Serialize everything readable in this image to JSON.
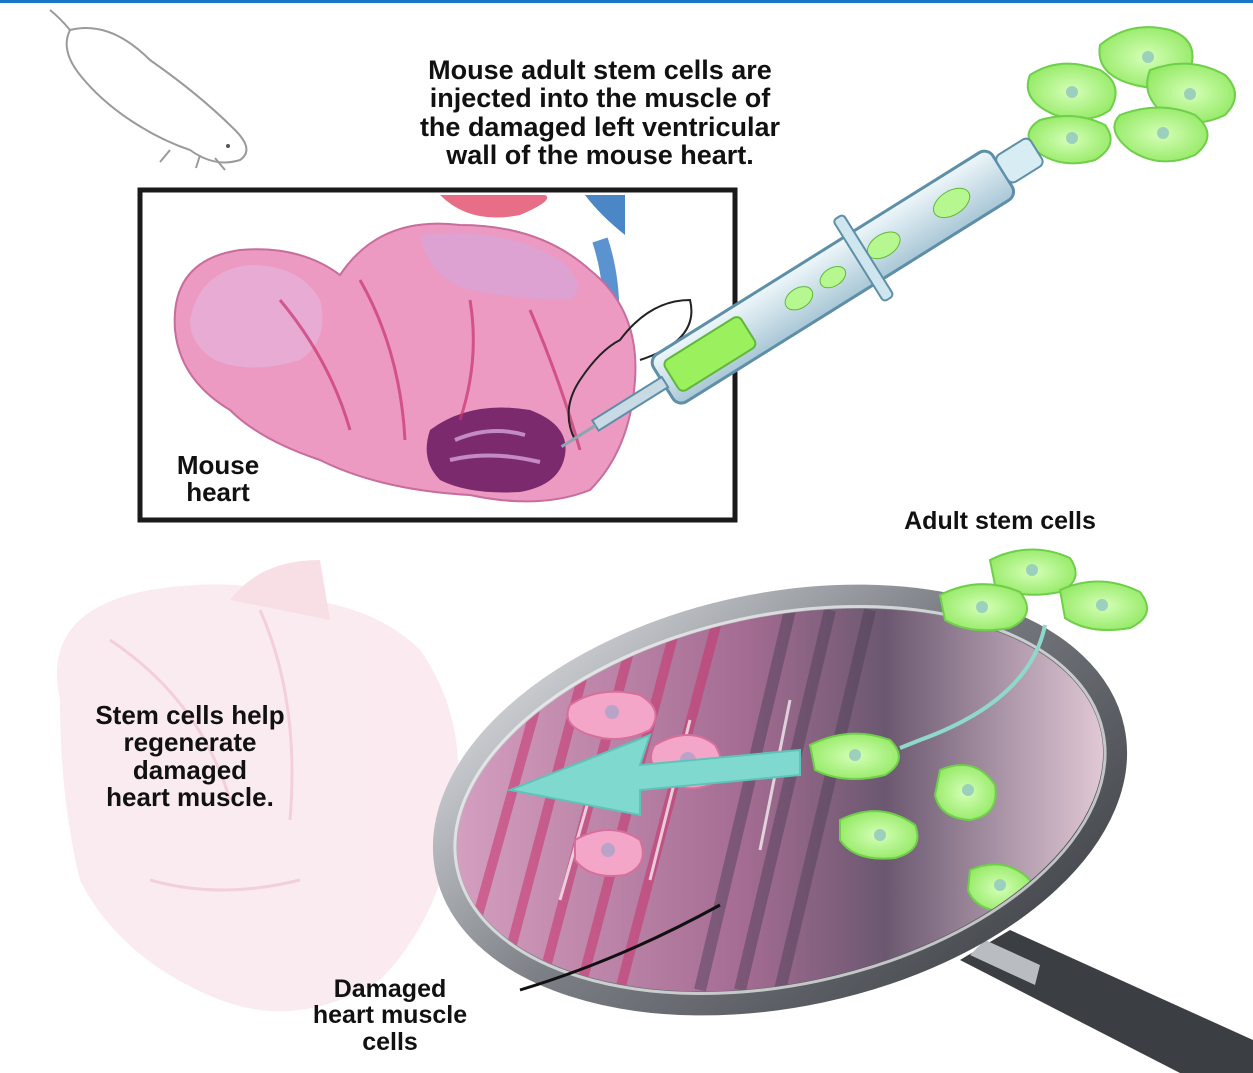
{
  "colors": {
    "top_bar": "#1877c9",
    "stem_cell_fill": "#a8f07c",
    "stem_cell_nucleus": "#9bd0bc",
    "damaged_cell_fill": "#f4a6c8",
    "heart_pink": "#e98db8",
    "arrow": "#7fd9cf",
    "muscle_red": "#c8336d",
    "lens_rim": "#8f9296"
  },
  "icons": [
    "mouse-icon",
    "syringe-icon",
    "magnifying-glass-icon",
    "heart-icon",
    "stem-cell-icon"
  ],
  "labels": {
    "intro_line1": "Mouse adult stem cells are",
    "intro_line2": "injected into the muscle of",
    "intro_line3": "the damaged left ventricular",
    "intro_line4": "wall of the mouse heart.",
    "mouse_heart_line1": "Mouse",
    "mouse_heart_line2": "heart",
    "adult_stem_cells": "Adult stem cells",
    "regen_line1": "Stem cells help",
    "regen_line2": "regenerate",
    "regen_line3": "damaged",
    "regen_line4": "heart muscle.",
    "damaged_line1": "Damaged",
    "damaged_line2": "heart muscle",
    "damaged_line3": "cells"
  }
}
